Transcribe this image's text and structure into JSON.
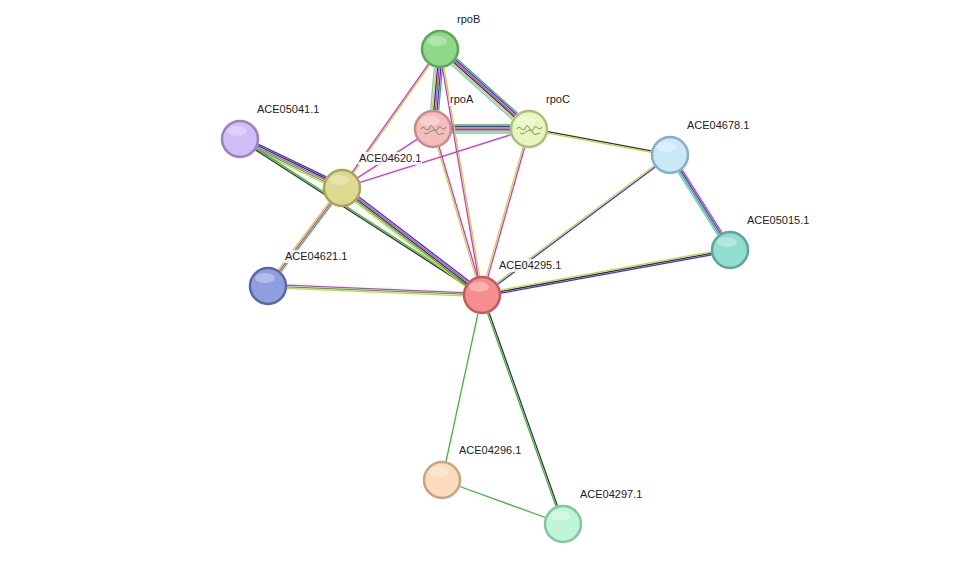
{
  "diagram": {
    "nodes": [
      {
        "text": [
          "rpoB"
        ]
      },
      {
        "text": [
          "rpoA"
        ]
      },
      {
        "text": [
          "rpoC"
        ]
      },
      {
        "text": [
          "ACE05041.1"
        ]
      },
      {
        "text": [
          "ACE04678.1"
        ]
      },
      {
        "text": [
          "ACE04620.1"
        ]
      },
      {
        "text": [
          "ACE05015.1"
        ]
      },
      {
        "text": [
          "ACE04621.1"
        ]
      },
      {
        "text": [
          "ACE04295.1"
        ]
      },
      {
        "text": [
          "ACE04296.1"
        ]
      },
      {
        "text": [
          "ACE04297.1"
        ]
      }
    ],
    "edges": [
      {
        "from": 0,
        "to": 1,
        "arrow": "none"
      },
      {
        "from": 0,
        "to": 2,
        "arrow": "none"
      },
      {
        "from": 1,
        "to": 2,
        "arrow": "none"
      },
      {
        "from": 0,
        "to": 5,
        "arrow": "none"
      },
      {
        "from": 0,
        "to": 8,
        "arrow": "none"
      },
      {
        "from": 1,
        "to": 5,
        "arrow": "none"
      },
      {
        "from": 1,
        "to": 8,
        "arrow": "none"
      },
      {
        "from": 2,
        "to": 5,
        "arrow": "none"
      },
      {
        "from": 2,
        "to": 8,
        "arrow": "none"
      },
      {
        "from": 2,
        "to": 4,
        "arrow": "none"
      },
      {
        "from": 4,
        "to": 6,
        "arrow": "none"
      },
      {
        "from": 4,
        "to": 8,
        "arrow": "none"
      },
      {
        "from": 6,
        "to": 8,
        "arrow": "none"
      },
      {
        "from": 3,
        "to": 5,
        "arrow": "none"
      },
      {
        "from": 3,
        "to": 8,
        "arrow": "none"
      },
      {
        "from": 5,
        "to": 7,
        "arrow": "none"
      },
      {
        "from": 5,
        "to": 8,
        "arrow": "none"
      },
      {
        "from": 7,
        "to": 8,
        "arrow": "none"
      },
      {
        "from": 8,
        "to": 9,
        "arrow": "none"
      },
      {
        "from": 8,
        "to": 10,
        "arrow": "none"
      },
      {
        "from": 9,
        "to": 10,
        "arrow": "none"
      }
    ]
  }
}
